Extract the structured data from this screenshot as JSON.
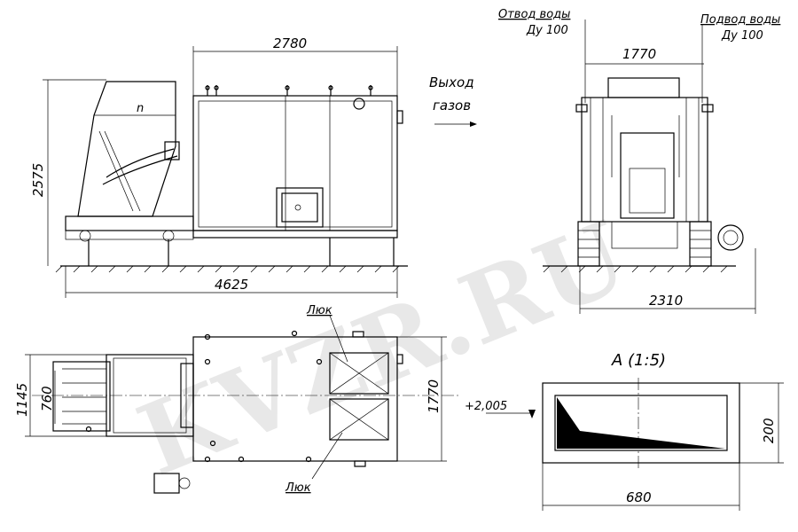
{
  "watermark": "KVZR.RU",
  "front_view": {
    "dim_length_top": "2780",
    "dim_length_bottom": "4625",
    "dim_height": "2575",
    "gas_outlet_line1": "Выход",
    "gas_outlet_line2": "газов"
  },
  "side_view": {
    "water_outlet_line1": "Отвод воды",
    "water_outlet_line2": "Ду 100",
    "water_inlet_line1": "Подвод воды",
    "water_inlet_line2": "Ду 100",
    "dim_width_top": "1770",
    "dim_width_bottom": "2310"
  },
  "plan_view": {
    "hatch_top": "Люк",
    "hatch_bottom": "Люк",
    "dim_width": "1770",
    "dim_feeder_outer": "1145",
    "dim_feeder_inner": "760"
  },
  "detail_view": {
    "title": "А (1:5)",
    "level_mark": "+2,005",
    "dim_height": "200",
    "dim_width": "680"
  }
}
